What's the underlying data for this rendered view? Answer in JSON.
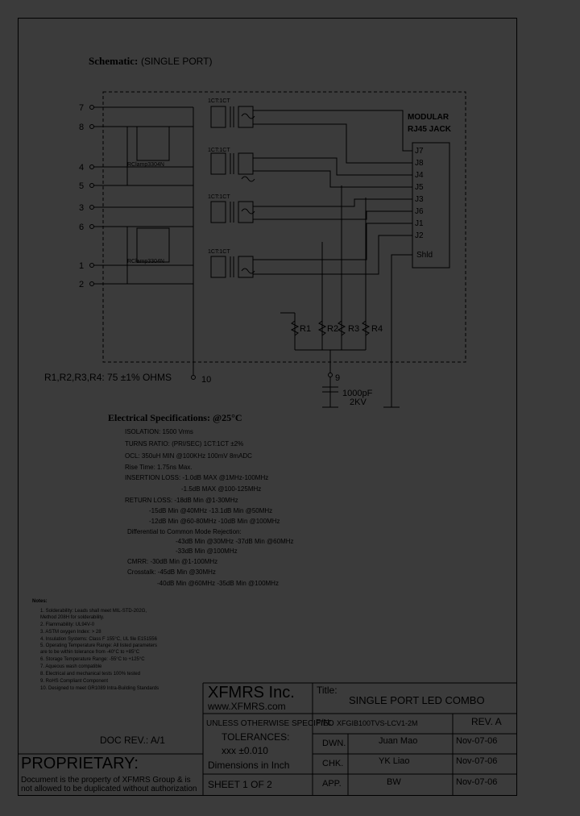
{
  "schematic": {
    "title_bold": "Schematic:",
    "title_rest": "(SINGLE PORT)",
    "left_pins": [
      "7",
      "8",
      "4",
      "5",
      "3",
      "6",
      "1",
      "2"
    ],
    "xfmr_labels": [
      "1CT:1CT",
      "1CT:1CT",
      "1CT:1CT",
      "1CT:1CT"
    ],
    "ic_label": "RClamp3304N",
    "jack_title_1": "MODULAR",
    "jack_title_2": "RJ45  JACK",
    "jack_pins": [
      "J7",
      "J8",
      "J4",
      "J5",
      "J3",
      "J6",
      "J1",
      "J2",
      "Shld"
    ],
    "resistors": [
      "R1",
      "R2",
      "R3",
      "R4"
    ],
    "res_note": "R1,R2,R3,R4: 75  ±1% OHMS",
    "pin10": "10",
    "pin9": "9",
    "cap_value": "1000pF",
    "cap_voltage": "2KV"
  },
  "specs": {
    "heading": "Electrical   Specifications: @25°C",
    "lines": [
      "ISOLATION: 1500 Vrms",
      "TURNS RATIO: (PRI/SEC) 1CT:1CT ±2%",
      "OCL: 350uH MIN @100KHz 100mV 8mADC",
      "Rise Time: 1.75ns Max.",
      "INSERTION LOSS: -1.0dB MAX @1MHz-100MHz",
      "-1.5dB MAX @100-125MHz",
      "RETURN LOSS: -18dB Min @1-30MHz",
      "-15dB Min @40MHz   -13.1dB Min @50MHz",
      "-12dB Min @60-80MHz  -10dB Min @100MHz",
      "Differential to Common Mode Rejection:",
      "-43dB Min @30MHz  -37dB Min @60MHz",
      "-33dB Min @100MHz",
      "CMRR: -30dB Min @1-100MHz",
      "Crosstalk: -45dB Min @30MHz",
      "-40dB Min @60MHz   -35dB Min @100MHz"
    ]
  },
  "notes": {
    "heading": "Notes:",
    "items": [
      "1. Solderability: Leads shall meet MIL-STD-202G,",
      "    Method 208H for solderability.",
      "2. Flammability: UL94V-0",
      "3. ASTM oxygen Index: > 28",
      "4. Insulation Systems: Class F 155°C, UL file E151556",
      "5. Operating Temperature Range: All listed parameters",
      "    are to be within tolerance from -40°C to +85°C",
      "6. Storage Temperature Range: -55°C to +125°C",
      "7. Aqueous wash compatible",
      "8. Electrical and mechanical tests 100% tested",
      "9. RoHS Compliant Component",
      "10. Designed to meet GR1089 Intra-Building Standards"
    ]
  },
  "title_block": {
    "company": "XFMRS Inc.",
    "website": "www.XFMRS.com",
    "title_label": "Title:",
    "title_value": "SINGLE PORT LED COMBO",
    "unless": "UNLESS OTHERWISE SPECIFIED",
    "tol": "TOLERANCES:",
    "tol_val": "xxx  ±0.010",
    "dims": "Dimensions in Inch",
    "pn_label": "P/N:",
    "pn_value": "XFGIB100TVS-LCV1-2M",
    "rev": "REV. A",
    "doc_rev": "DOC REV.: A/1",
    "sheet": "SHEET  1  OF  2",
    "rows": [
      {
        "role": "DWN.",
        "name": "Juan Mao",
        "date": "Nov-07-06"
      },
      {
        "role": "CHK.",
        "name": "YK Liao",
        "date": "Nov-07-06"
      },
      {
        "role": "APP.",
        "name": "BW",
        "date": "Nov-07-06"
      }
    ],
    "proprietary": "PROPRIETARY:",
    "prop_text_1": "Document is the property of XFMRS Group & is",
    "prop_text_2": "not allowed to be duplicated without authorization"
  }
}
